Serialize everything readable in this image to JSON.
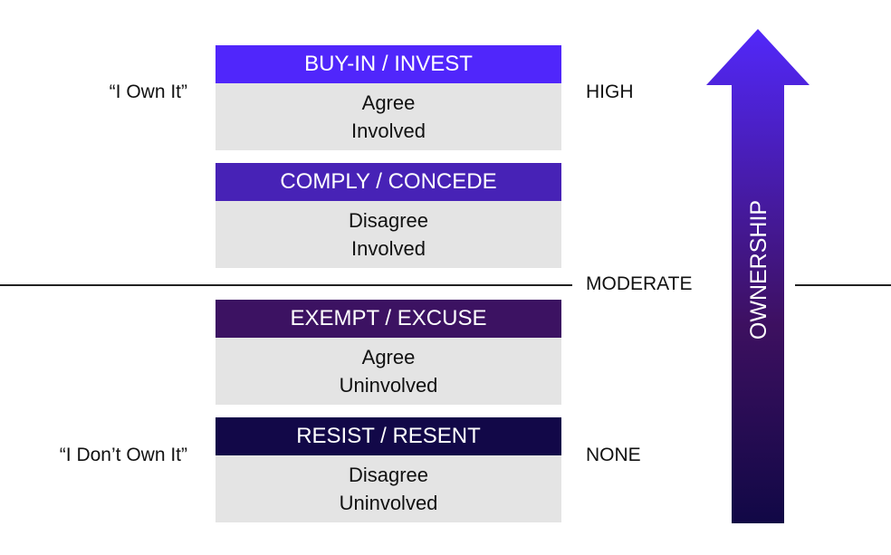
{
  "levels": [
    {
      "title": "BUY-IN / INVEST",
      "line1": "Agree",
      "line2": "Involved",
      "color": "#5026fb"
    },
    {
      "title": "COMPLY / CONCEDE",
      "line1": "Disagree",
      "line2": "Involved",
      "color": "#4722b6"
    },
    {
      "title": "EXEMPT / EXCUSE",
      "line1": "Agree",
      "line2": "Uninvolved",
      "color": "#3c1262"
    },
    {
      "title": "RESIST / RESENT",
      "line1": "Disagree",
      "line2": "Uninvolved",
      "color": "#120848"
    }
  ],
  "quotes": {
    "high": "“I Own It”",
    "none": "“I Don’t Own It”"
  },
  "scale": {
    "high": "HIGH",
    "moderate": "MODERATE",
    "none": "NONE"
  },
  "arrow": {
    "label": "OWNERSHIP",
    "top_color": "#5228fa",
    "mid_color": "#3d1060",
    "bottom_color": "#110846"
  }
}
